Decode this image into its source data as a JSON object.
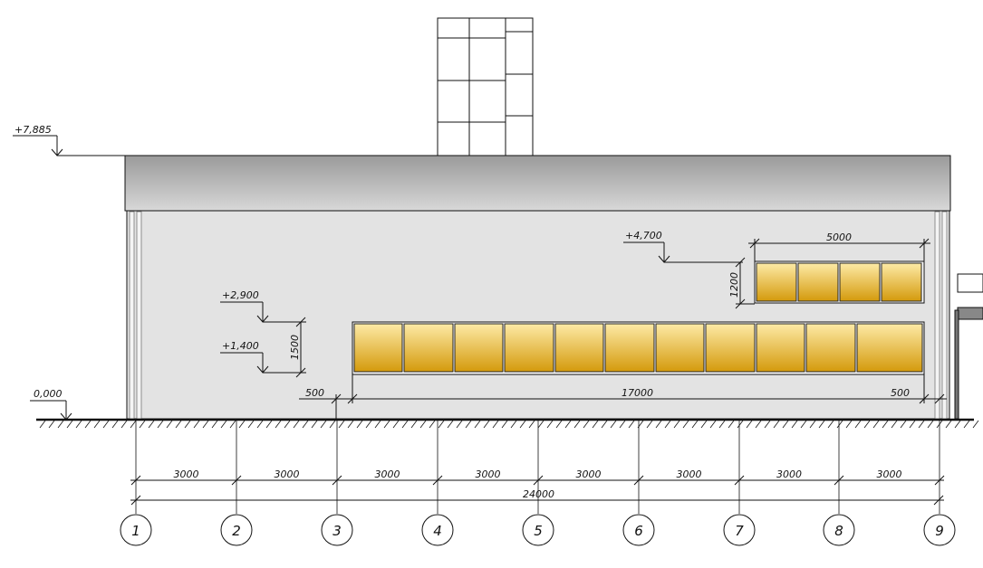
{
  "levels": {
    "roof_top": "+7,885",
    "upper_window": "+4,700",
    "lower_window_top": "+2,900",
    "lower_window_bottom": "+1,400",
    "ground": "0,000"
  },
  "dimensions": {
    "upper_band_width": "5000",
    "upper_band_height": "1200",
    "lower_band_height": "1500",
    "offset_left": "500",
    "band_width": "17000",
    "offset_right": "500",
    "total": "24000",
    "bays": [
      "3000",
      "3000",
      "3000",
      "3000",
      "3000",
      "3000",
      "3000",
      "3000"
    ]
  },
  "axes": [
    "1",
    "2",
    "3",
    "4",
    "5",
    "6",
    "7",
    "8",
    "9"
  ],
  "colors": {
    "wall": "#e3e3e3",
    "roof_top": "#9a9a9a",
    "roof_bottom": "#d6d6d6",
    "glass_top": "#fdeaa6",
    "glass_bottom": "#d49a0c",
    "line": "#111111"
  }
}
